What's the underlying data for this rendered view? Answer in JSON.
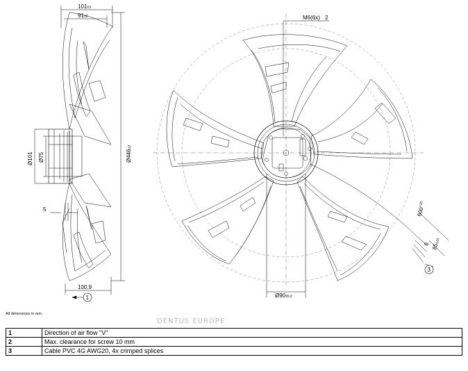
{
  "dimensions": {
    "width_101": "101",
    "width_101_tol": "±3",
    "width_91": "91",
    "width_91_tol": "±2",
    "dia_101": "Ø101",
    "dia_75": "Ø75",
    "dia_446": "Ø446",
    "dia_446_tol": "±2",
    "offset_5": "5",
    "depth_100_9": "100.9",
    "thread": "M6(6x)",
    "dia_90": "Ø90",
    "dia_90_tol": "±0.2",
    "cable_600": "600",
    "cable_600_tol": "+20",
    "cable_85": "85",
    "cable_85_tol": "±10",
    "strip_6": "6"
  },
  "callouts": {
    "c1": "1",
    "c2": "2",
    "c3": "3"
  },
  "note": "All dimensions in mm.",
  "watermark": "DENTUS EUROPE",
  "legend": [
    {
      "num": "1",
      "text": "Direction of air flow \"V\""
    },
    {
      "num": "2",
      "text": "Max. clearance for screw 10 mm"
    },
    {
      "num": "3",
      "text": "Cable PVC 4G AWG20, 4x crimped splices"
    }
  ]
}
